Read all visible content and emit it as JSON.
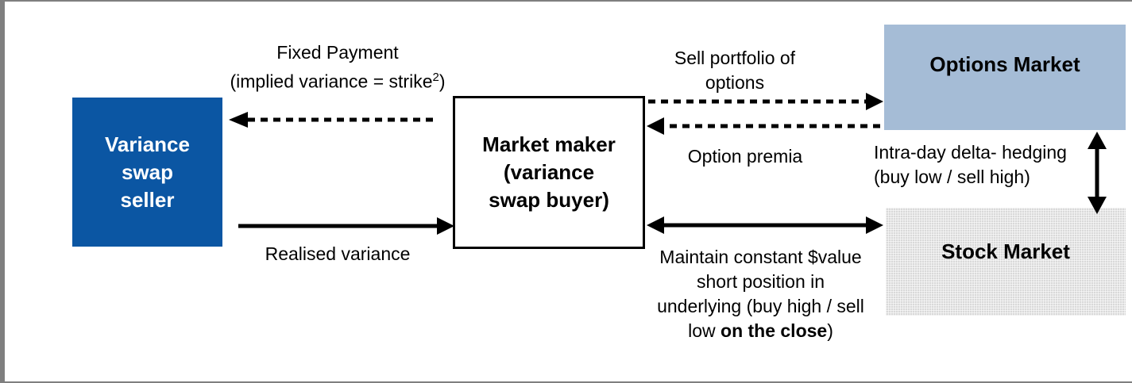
{
  "nodes": {
    "seller": [
      "Variance",
      "swap",
      "seller"
    ],
    "maker": [
      "Market maker",
      "(variance",
      "swap buyer)"
    ],
    "options": "Options Market",
    "stock": "Stock Market"
  },
  "labels": {
    "fixed_payment": "Fixed Payment",
    "implied_variance_prefix": "(implied variance = strike",
    "implied_variance_sup": "2",
    "implied_variance_suffix": ")",
    "realised_variance": "Realised variance",
    "sell_portfolio": [
      "Sell portfolio of",
      "options"
    ],
    "option_premia": "Option premia",
    "intraday_hedge": [
      "Intra-day delta- hedging",
      "(buy low / sell high)"
    ],
    "maintain": [
      "Maintain constant $value",
      "short position in",
      "underlying (buy high / sell"
    ],
    "maintain_last_prefix": "low ",
    "maintain_last_bold": "on the close",
    "maintain_last_suffix": ")"
  },
  "colors": {
    "seller_fill": "#0b56a3",
    "options_fill": "#a5bcd6",
    "stock_fill": "#d9d9d9",
    "frame": "#7f7f7f"
  }
}
